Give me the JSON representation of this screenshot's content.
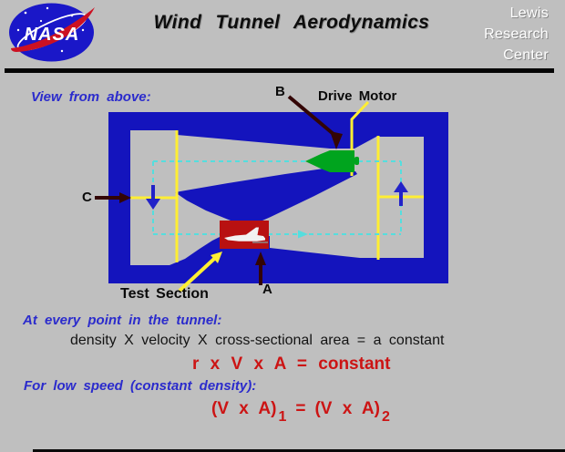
{
  "header": {
    "title": "Wind Tunnel Aerodynamics",
    "org_lines": [
      "Lewis",
      "Research",
      "Center"
    ],
    "logo_text": "NASA"
  },
  "diagram": {
    "view_label": "View from above:",
    "labels": {
      "b": "B",
      "drive_motor": "Drive Motor",
      "c": "C",
      "a": "A",
      "test_section": "Test Section"
    }
  },
  "equations": {
    "intro1": "At every point in the tunnel:",
    "word_equation": "density X velocity X cross-sectional area = a constant",
    "formula1": "r x V x A = constant",
    "intro2": "For low speed (constant density):",
    "formula2": {
      "left": "(V x A)",
      "sub_left": "1",
      "equals": "=",
      "right": "(V x A)",
      "sub_right": "2"
    }
  },
  "colors": {
    "background": "#bfbfbf",
    "tunnel_blue": "#1414bd",
    "motor_green": "#00a41e",
    "test_section_red": "#b81111",
    "station_yellow": "#ffee33",
    "flow_dash_cyan": "#55dede",
    "flow_arrow_blue": "#2222c8",
    "pointer_dark": "#330505",
    "formula_red": "#cc1414",
    "caption_blue": "#2b2bcc",
    "logo_blue": "#1a17c8",
    "logo_swoosh_red": "#cc1122"
  }
}
